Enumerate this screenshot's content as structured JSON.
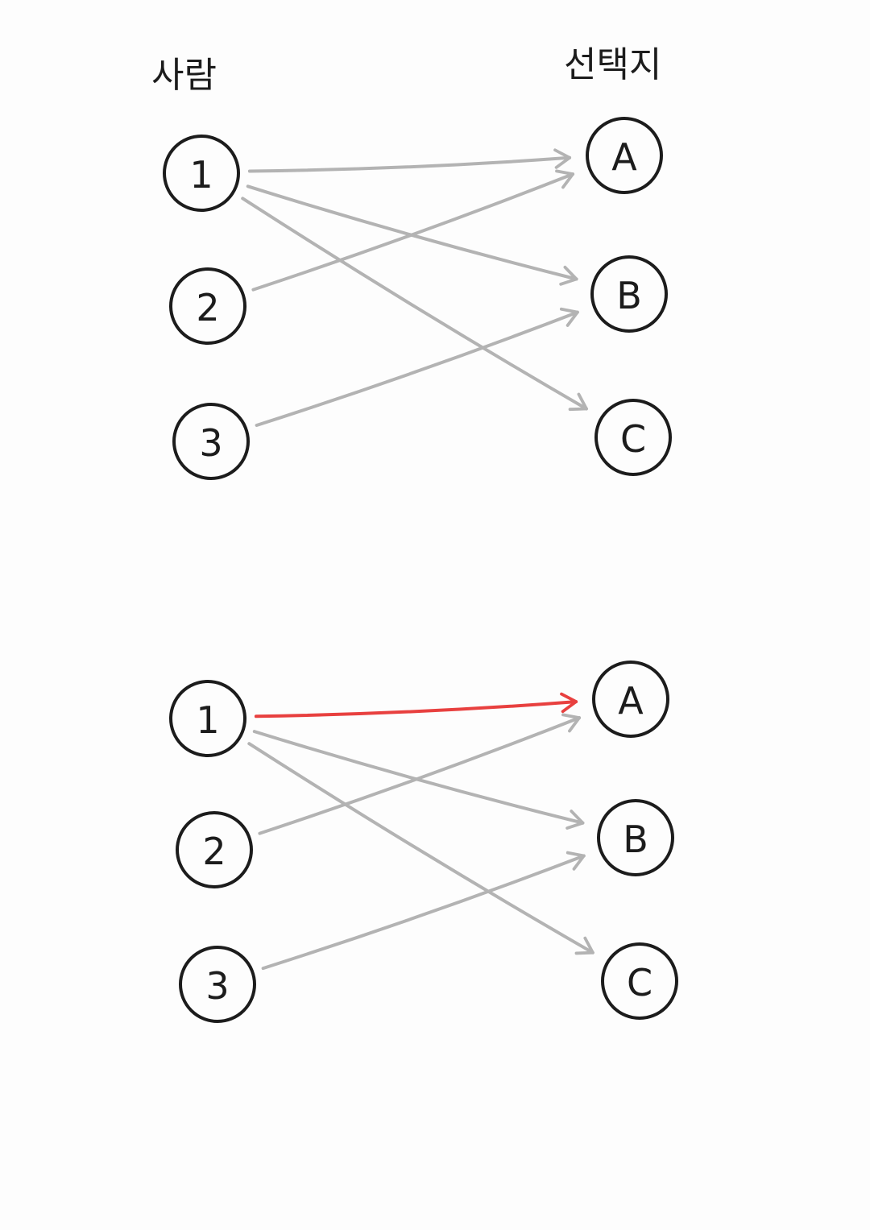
{
  "header": {
    "left_label": "사람",
    "right_label": "선택지"
  },
  "colors": {
    "ink": "#1c1c1c",
    "edge": "#b3b3b3",
    "highlight": "#e8403f"
  },
  "diagrams": [
    {
      "people": [
        "1",
        "2",
        "3"
      ],
      "options": [
        "A",
        "B",
        "C"
      ],
      "edges": [
        {
          "from": "1",
          "to": "A",
          "highlight": false
        },
        {
          "from": "1",
          "to": "B",
          "highlight": false
        },
        {
          "from": "1",
          "to": "C",
          "highlight": false
        },
        {
          "from": "2",
          "to": "A",
          "highlight": false
        },
        {
          "from": "3",
          "to": "B",
          "highlight": false
        }
      ]
    },
    {
      "people": [
        "1",
        "2",
        "3"
      ],
      "options": [
        "A",
        "B",
        "C"
      ],
      "edges": [
        {
          "from": "1",
          "to": "A",
          "highlight": true
        },
        {
          "from": "1",
          "to": "B",
          "highlight": false
        },
        {
          "from": "1",
          "to": "C",
          "highlight": false
        },
        {
          "from": "2",
          "to": "A",
          "highlight": false
        },
        {
          "from": "3",
          "to": "B",
          "highlight": false
        }
      ]
    }
  ]
}
